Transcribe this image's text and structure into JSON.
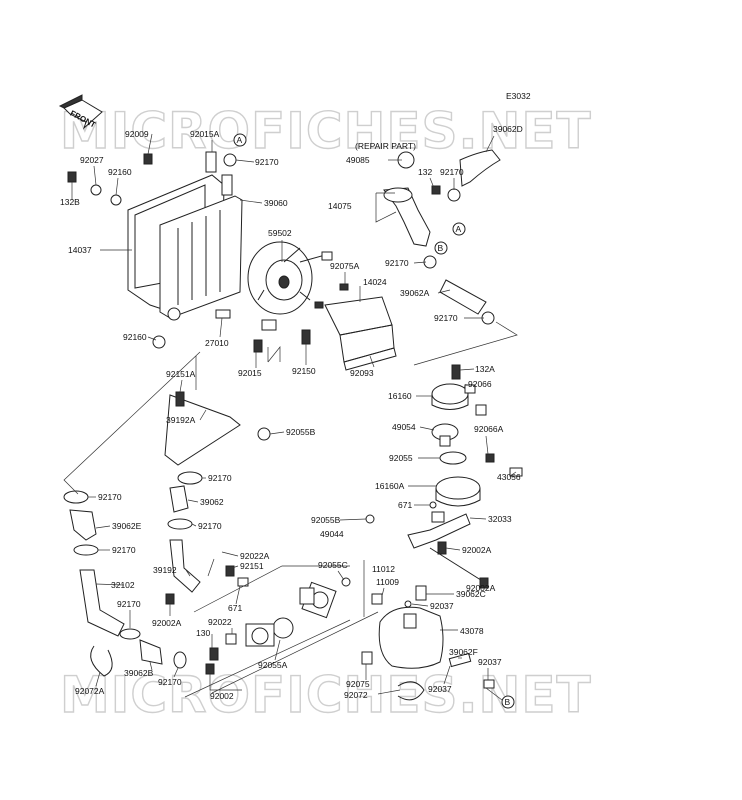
{
  "diagram": {
    "code": "E3032",
    "repair_note": "(REPAIR PART)",
    "front_label": "FRONT",
    "watermark": "MICROFICHES.NET",
    "callouts": [
      {
        "id": "A",
        "label": "A"
      },
      {
        "id": "A2",
        "label": "A"
      },
      {
        "id": "B",
        "label": "B"
      },
      {
        "id": "B2",
        "label": "B"
      }
    ],
    "labels": [
      {
        "id": "p92009",
        "text": "92009"
      },
      {
        "id": "p92015A",
        "text": "92015A"
      },
      {
        "id": "p92170a",
        "text": "92170"
      },
      {
        "id": "p92027",
        "text": "92027"
      },
      {
        "id": "p92160a",
        "text": "92160"
      },
      {
        "id": "p132B",
        "text": "132B"
      },
      {
        "id": "p39060",
        "text": "39060"
      },
      {
        "id": "p14037",
        "text": "14037"
      },
      {
        "id": "p59502",
        "text": "59502"
      },
      {
        "id": "p92160b",
        "text": "92160"
      },
      {
        "id": "p27010",
        "text": "27010"
      },
      {
        "id": "p92015",
        "text": "92015"
      },
      {
        "id": "p92150",
        "text": "92150"
      },
      {
        "id": "p92075A",
        "text": "92075A"
      },
      {
        "id": "p14024",
        "text": "14024"
      },
      {
        "id": "p92093",
        "text": "92093"
      },
      {
        "id": "p49085",
        "text": "49085"
      },
      {
        "id": "p132",
        "text": "132"
      },
      {
        "id": "p92170b",
        "text": "92170"
      },
      {
        "id": "p39062D",
        "text": "39062D"
      },
      {
        "id": "p14075",
        "text": "14075"
      },
      {
        "id": "p92170c",
        "text": "92170"
      },
      {
        "id": "p39062A",
        "text": "39062A"
      },
      {
        "id": "p92170d",
        "text": "92170"
      },
      {
        "id": "p132A",
        "text": "132A"
      },
      {
        "id": "p92066",
        "text": "92066"
      },
      {
        "id": "p16160",
        "text": "16160"
      },
      {
        "id": "p49054",
        "text": "49054"
      },
      {
        "id": "p92066A",
        "text": "92066A"
      },
      {
        "id": "p92055",
        "text": "92055"
      },
      {
        "id": "p16160A",
        "text": "16160A"
      },
      {
        "id": "p43056",
        "text": "43056"
      },
      {
        "id": "p671a",
        "text": "671"
      },
      {
        "id": "p92151A",
        "text": "92151A"
      },
      {
        "id": "p39192A",
        "text": "39192A"
      },
      {
        "id": "p92055B",
        "text": "92055B"
      },
      {
        "id": "p92170e",
        "text": "92170"
      },
      {
        "id": "p39062",
        "text": "39062"
      },
      {
        "id": "p92170f",
        "text": "92170"
      },
      {
        "id": "p39062E",
        "text": "39062E"
      },
      {
        "id": "p92170g",
        "text": "92170"
      },
      {
        "id": "p92170h",
        "text": "92170"
      },
      {
        "id": "p92055Bb",
        "text": "92055B"
      },
      {
        "id": "p49044",
        "text": "49044"
      },
      {
        "id": "p32033",
        "text": "32033"
      },
      {
        "id": "p92002A",
        "text": "92002A"
      },
      {
        "id": "p92022A",
        "text": "92022A"
      },
      {
        "id": "p39192",
        "text": "39192"
      },
      {
        "id": "p92151",
        "text": "92151"
      },
      {
        "id": "p32102",
        "text": "32102"
      },
      {
        "id": "p92055C",
        "text": "92055C"
      },
      {
        "id": "p11012",
        "text": "11012"
      },
      {
        "id": "p11009",
        "text": "11009"
      },
      {
        "id": "p39062C",
        "text": "39062C"
      },
      {
        "id": "p92037a",
        "text": "92037"
      },
      {
        "id": "p92002Ab",
        "text": "92002A"
      },
      {
        "id": "p671b",
        "text": "671"
      },
      {
        "id": "p92170i",
        "text": "92170"
      },
      {
        "id": "p92002Ac",
        "text": "92002A"
      },
      {
        "id": "p92022",
        "text": "92022"
      },
      {
        "id": "p130",
        "text": "130"
      },
      {
        "id": "p43078",
        "text": "43078"
      },
      {
        "id": "p92055A",
        "text": "92055A"
      },
      {
        "id": "p39062F",
        "text": "39062F"
      },
      {
        "id": "p92037b",
        "text": "92037"
      },
      {
        "id": "p39062B",
        "text": "39062B"
      },
      {
        "id": "p92170j",
        "text": "92170"
      },
      {
        "id": "p92075",
        "text": "92075"
      },
      {
        "id": "p92072",
        "text": "92072"
      },
      {
        "id": "p92037c",
        "text": "92037"
      },
      {
        "id": "p92072A",
        "text": "92072A"
      },
      {
        "id": "p92002",
        "text": "92002"
      }
    ]
  }
}
